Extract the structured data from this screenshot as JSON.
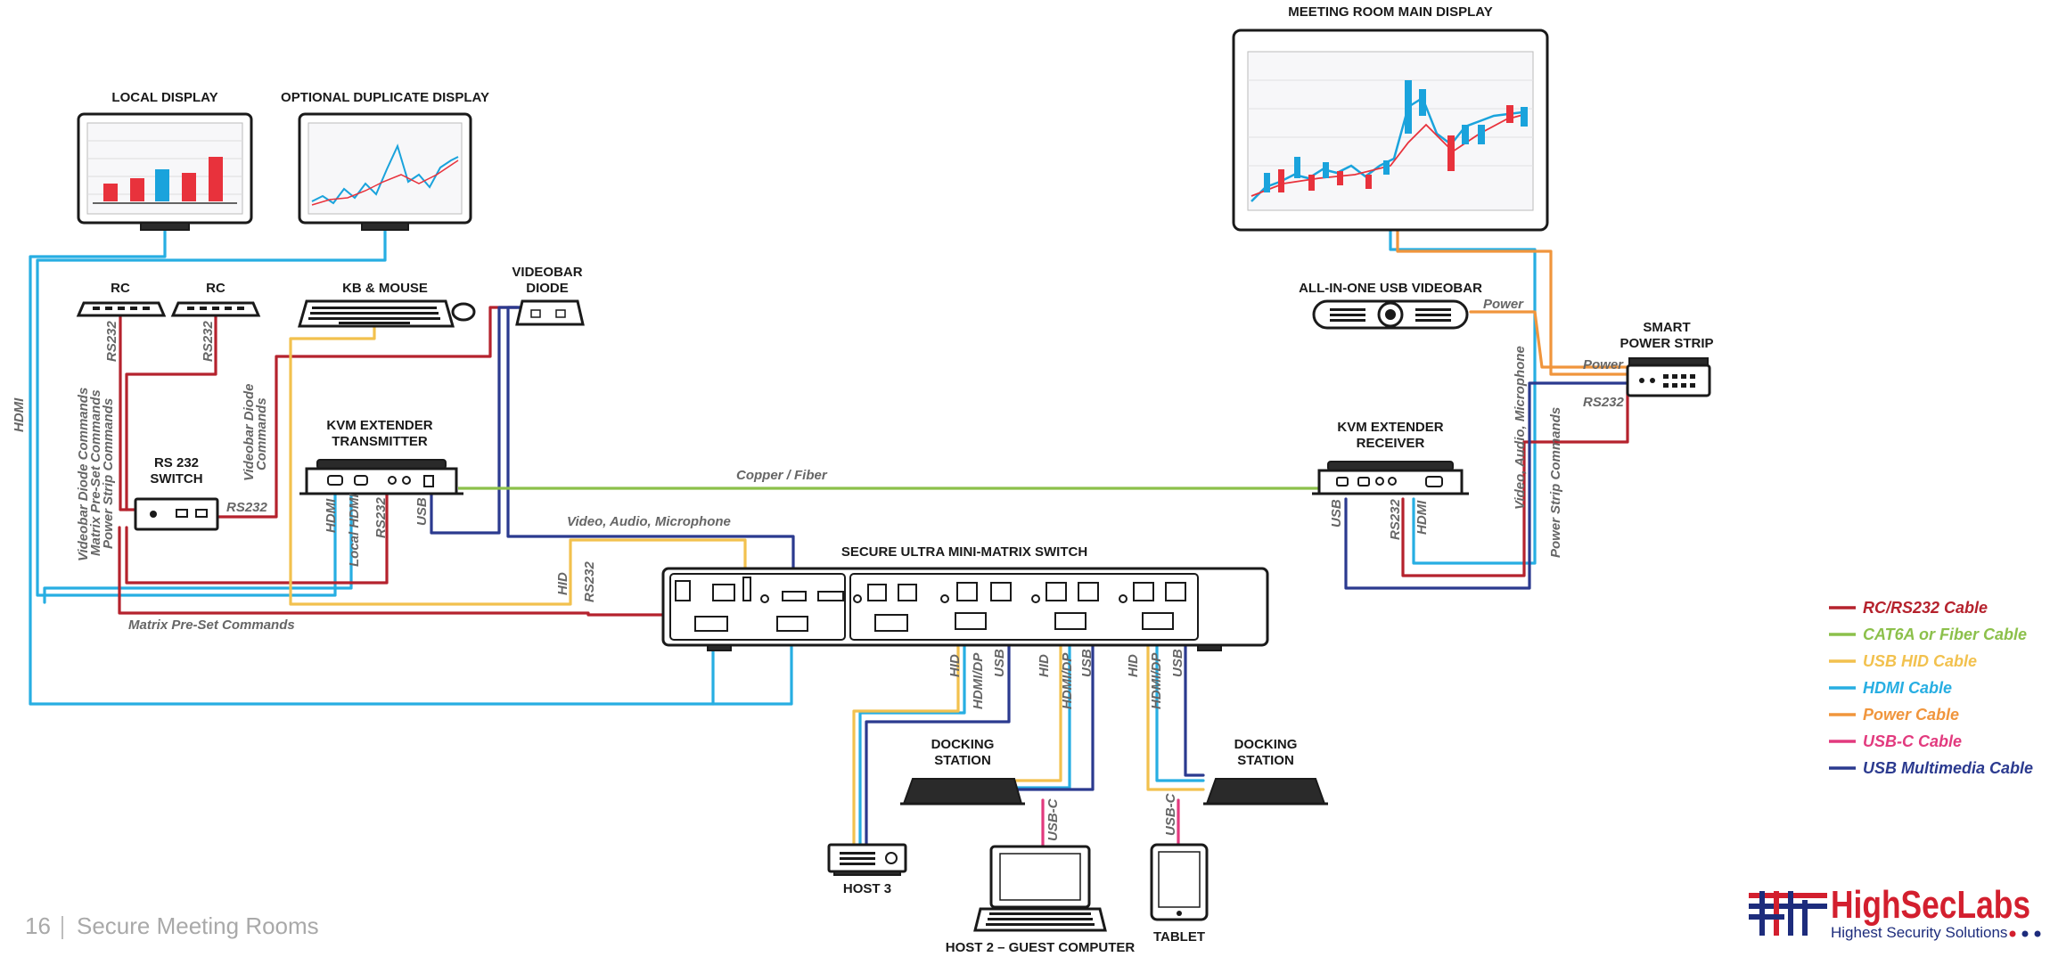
{
  "labels": {
    "local_display": "LOCAL DISPLAY",
    "optional_display": "OPTIONAL DUPLICATE DISPLAY",
    "meeting_display": "MEETING ROOM MAIN DISPLAY",
    "rc1": "RC",
    "rc2": "RC",
    "kb_mouse": "KB & MOUSE",
    "videobar_diode_1": "VIDEOBAR",
    "videobar_diode_2": "DIODE",
    "all_in_one_videobar": "ALL-IN-ONE USB VIDEOBAR",
    "smart_power_1": "SMART",
    "smart_power_2": "POWER STRIP",
    "rs232_switch_1": "RS 232",
    "rs232_switch_2": "SWITCH",
    "kvm_tx_1": "KVM EXTENDER",
    "kvm_tx_2": "TRANSMITTER",
    "kvm_rx_1": "KVM EXTENDER",
    "kvm_rx_2": "RECEIVER",
    "matrix_switch": "SECURE ULTRA MINI-MATRIX SWITCH",
    "docking_1_a": "DOCKING",
    "docking_1_b": "STATION",
    "docking_2_a": "DOCKING",
    "docking_2_b": "STATION",
    "host3": "HOST 3",
    "host2": "HOST 2 – GUEST COMPUTER",
    "tablet": "TABLET"
  },
  "cable_labels": {
    "hdmi_left": "HDMI",
    "rs232_rc1": "RS232",
    "rs232_rc2": "RS232",
    "cmd_videobar_diode": "Videobar Diode Commands",
    "cmd_matrix_preset": "Matrix Pre-Set Commands",
    "cmd_power_strip": "Power Strip Commands",
    "videobar_diode_cmd_1": "Videobar Diode",
    "videobar_diode_cmd_2": "Commands",
    "rs232_switch_out": "RS232",
    "tx_hdmi": "HDMI",
    "tx_local_hdmi": "Local HDMI",
    "tx_rs232": "RS232",
    "tx_usb": "USB",
    "copper_fiber": "Copper / Fiber",
    "video_audio_mic": "Video, Audio, Microphone",
    "hid": "HID",
    "rs232_matrix": "RS232",
    "matrix_preset_bottom": "Matrix Pre-Set Commands",
    "h3_hid": "HID",
    "h3_hdmi": "HDMI/DP",
    "h3_usb": "USB",
    "h2_hid": "HID",
    "h2_hdmi": "HDMI/DP",
    "h2_usb": "USB",
    "t_hid": "HID",
    "t_hdmi": "HDMI/DP",
    "t_usb": "USB",
    "usbc_1": "USB-C",
    "usbc_2": "USB-C",
    "rx_usb": "USB",
    "rx_rs232": "RS232",
    "rx_hdmi": "HDMI",
    "rx_vam": "Video, Audio, Microphone",
    "rx_psc": "Power Strip Commands",
    "power_1": "Power",
    "power_2": "Power",
    "rs232_strip": "RS232"
  },
  "legend": [
    {
      "label": "RC/RS232 Cable",
      "color": "#b5222d"
    },
    {
      "label": "CAT6A or Fiber Cable",
      "color": "#8cc04b"
    },
    {
      "label": "USB HID Cable",
      "color": "#f2c14e"
    },
    {
      "label": "HDMI Cable",
      "color": "#27aee2"
    },
    {
      "label": "Power Cable",
      "color": "#f0953c"
    },
    {
      "label": "USB-C Cable",
      "color": "#e23a7e"
    },
    {
      "label": "USB Multimedia Cable",
      "color": "#2b3a8f"
    }
  ],
  "footer": {
    "page_number": "16",
    "section": "Secure Meeting Rooms"
  },
  "logo": {
    "brand": "HighSecLabs",
    "tagline": "Highest Security Solutions"
  },
  "colors": {
    "rs232": "#b5222d",
    "cat6": "#8cc04b",
    "usb_hid": "#f2c14e",
    "hdmi": "#27aee2",
    "power": "#f0953c",
    "usbc": "#e23a7e",
    "usb_mm": "#2b3a8f",
    "bar_red": "#e8323c",
    "bar_blue": "#1aa3dc",
    "logo_red": "#d31f2e",
    "logo_blue": "#1d2c7c"
  },
  "icons": [
    "monitor-icon",
    "remote-control-icon",
    "keyboard-icon",
    "mouse-icon",
    "diode-icon",
    "videobar-icon",
    "power-strip-icon",
    "rs232-switch-icon",
    "kvm-extender-icon",
    "matrix-switch-icon",
    "docking-station-icon",
    "host-pc-icon",
    "laptop-icon",
    "tablet-icon",
    "hexagon-logo-icon"
  ]
}
